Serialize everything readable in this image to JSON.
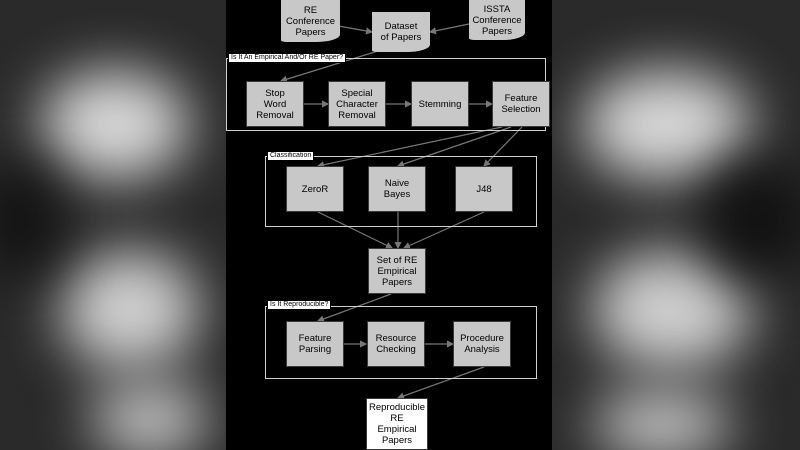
{
  "sources": {
    "re_papers": "RE\nConference\nPapers",
    "dataset": "Dataset\nof Papers",
    "issta_papers": "ISSTA\nConference\nPapers"
  },
  "empirical_group": {
    "label": "Is It An Empirical And/Or RE Paper?",
    "steps": [
      "Stop\nWord\nRemoval",
      "Special\nCharacter\nRemoval",
      "Stemming",
      "Feature\nSelection"
    ]
  },
  "classification_group": {
    "label": "Classification",
    "steps": [
      "ZeroR",
      "Naive\nBayes",
      "J48"
    ]
  },
  "set_node": "Set of RE\nEmpirical\nPapers",
  "reproducible_group": {
    "label": "Is It Reproducible?",
    "steps": [
      "Feature\nParsing",
      "Resource\nChecking",
      "Procedure\nAnalysis"
    ]
  },
  "output_node": "Reproducible\nRE\nEmpirical\nPapers",
  "colors": {
    "node_fill": "#c8c8c8",
    "background": "#000000",
    "output_fill": "#ffffff"
  }
}
